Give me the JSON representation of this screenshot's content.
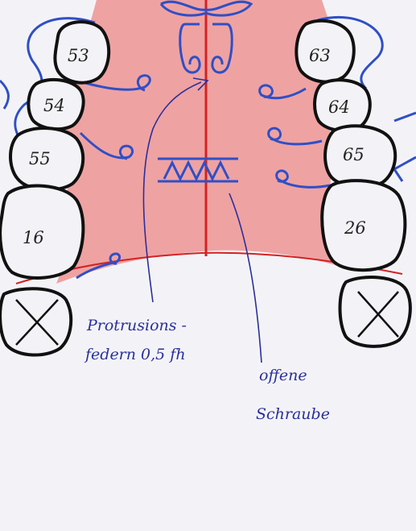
{
  "teeth": {
    "upper_right": [
      {
        "label": "53"
      },
      {
        "label": "54"
      },
      {
        "label": "55"
      },
      {
        "label": "16"
      }
    ],
    "upper_left": [
      {
        "label": "63"
      },
      {
        "label": "64"
      },
      {
        "label": "65"
      },
      {
        "label": "26"
      }
    ]
  },
  "labels": {
    "protrusion_line1": "Protrusions -",
    "protrusion_line2": "federn 0,5 fh",
    "screw_line1": "offene",
    "screw_line2": "Schraube"
  },
  "colors": {
    "plate": "#ee8e8e",
    "midline": "#d42222",
    "wire": "#2f4fc6",
    "ink": "#2a2f9c",
    "tooth_outline": "#111111"
  }
}
